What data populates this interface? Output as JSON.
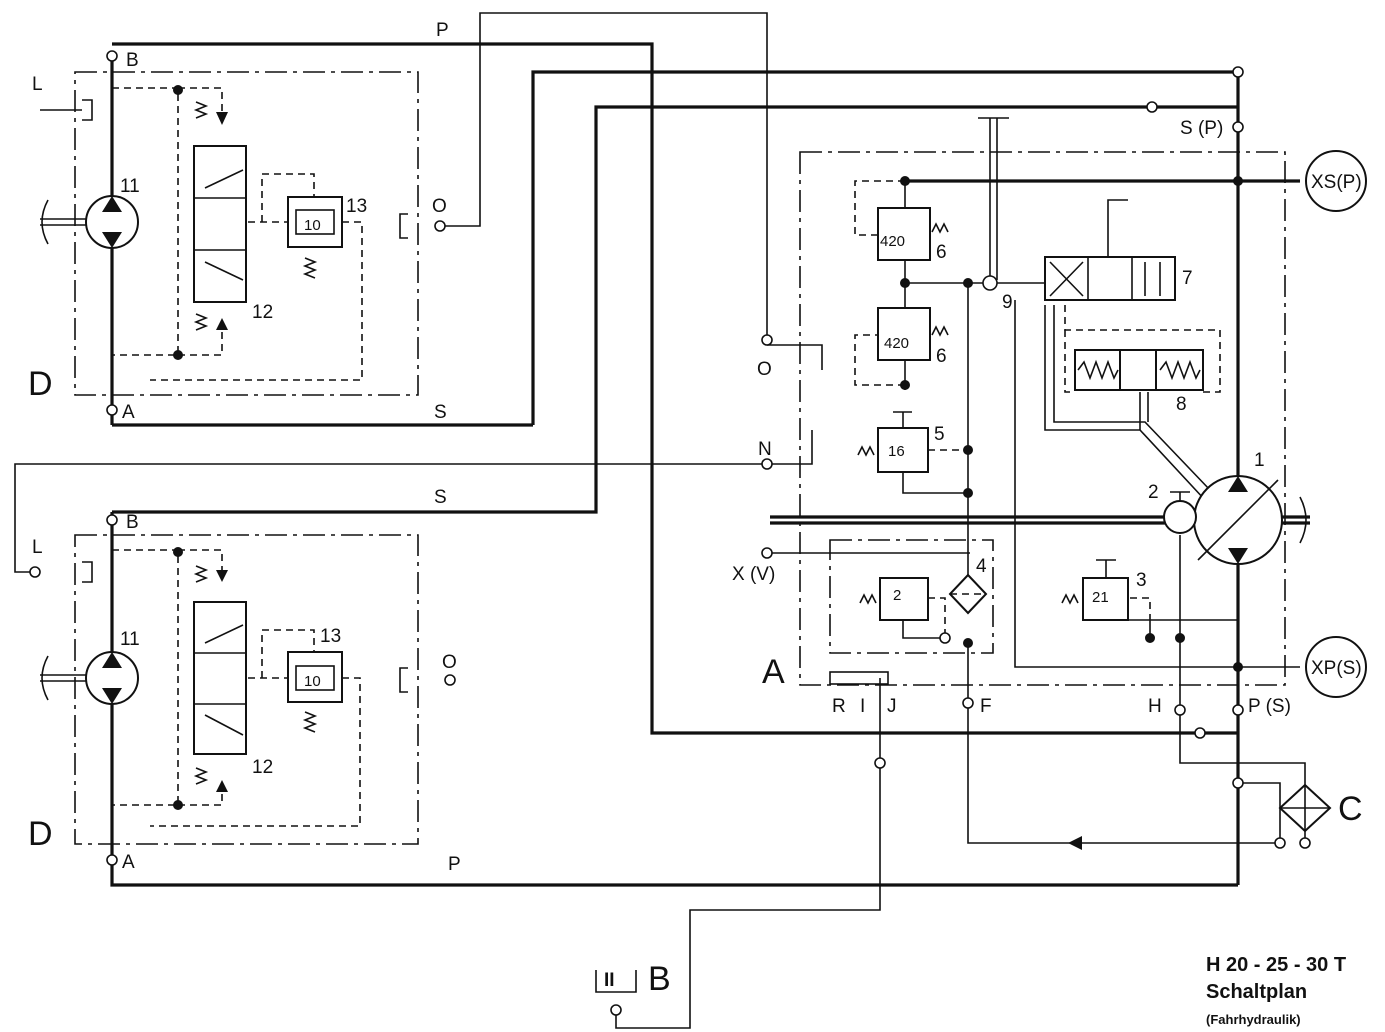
{
  "title": {
    "model": "H 20 - 25 - 30 T",
    "name": "Schaltplan",
    "subtitle": "(Fahrhydraulik)"
  },
  "labels": {
    "P_top": "P",
    "S_top": "S",
    "S_mid": "S",
    "P_bottom": "P",
    "B_top": "B",
    "A_top": "A",
    "L_top": "L",
    "O_top": "O",
    "D_top": "D",
    "B_bot": "B",
    "A_bot": "A",
    "L_bot": "L",
    "O_bot": "O",
    "D_bot": "D",
    "O_mid": "O",
    "N": "N",
    "XV": "X (V)",
    "A_main": "A",
    "R": "R",
    "I": "I",
    "J": "J",
    "F": "F",
    "H": "H",
    "PS_port": "P (S)",
    "SP_port": "S (P)",
    "XSP": "XS(P)",
    "XPS": "XP(S)",
    "C": "C",
    "B_tank": "B",
    "tank_symbol": "II"
  },
  "numbers": {
    "n11a": "11",
    "n12a": "12",
    "n13a": "13",
    "n10a": "10",
    "n11b": "11",
    "n12b": "12",
    "n13b": "13",
    "n10b": "10",
    "n1": "1",
    "n2": "2",
    "n3": "3",
    "n4": "4",
    "n5": "5",
    "n6a": "6",
    "n6b": "6",
    "n7": "7",
    "n8": "8",
    "n9": "9",
    "v420a": "420",
    "v420b": "420",
    "v16": "16",
    "v2": "2",
    "v21": "21"
  }
}
